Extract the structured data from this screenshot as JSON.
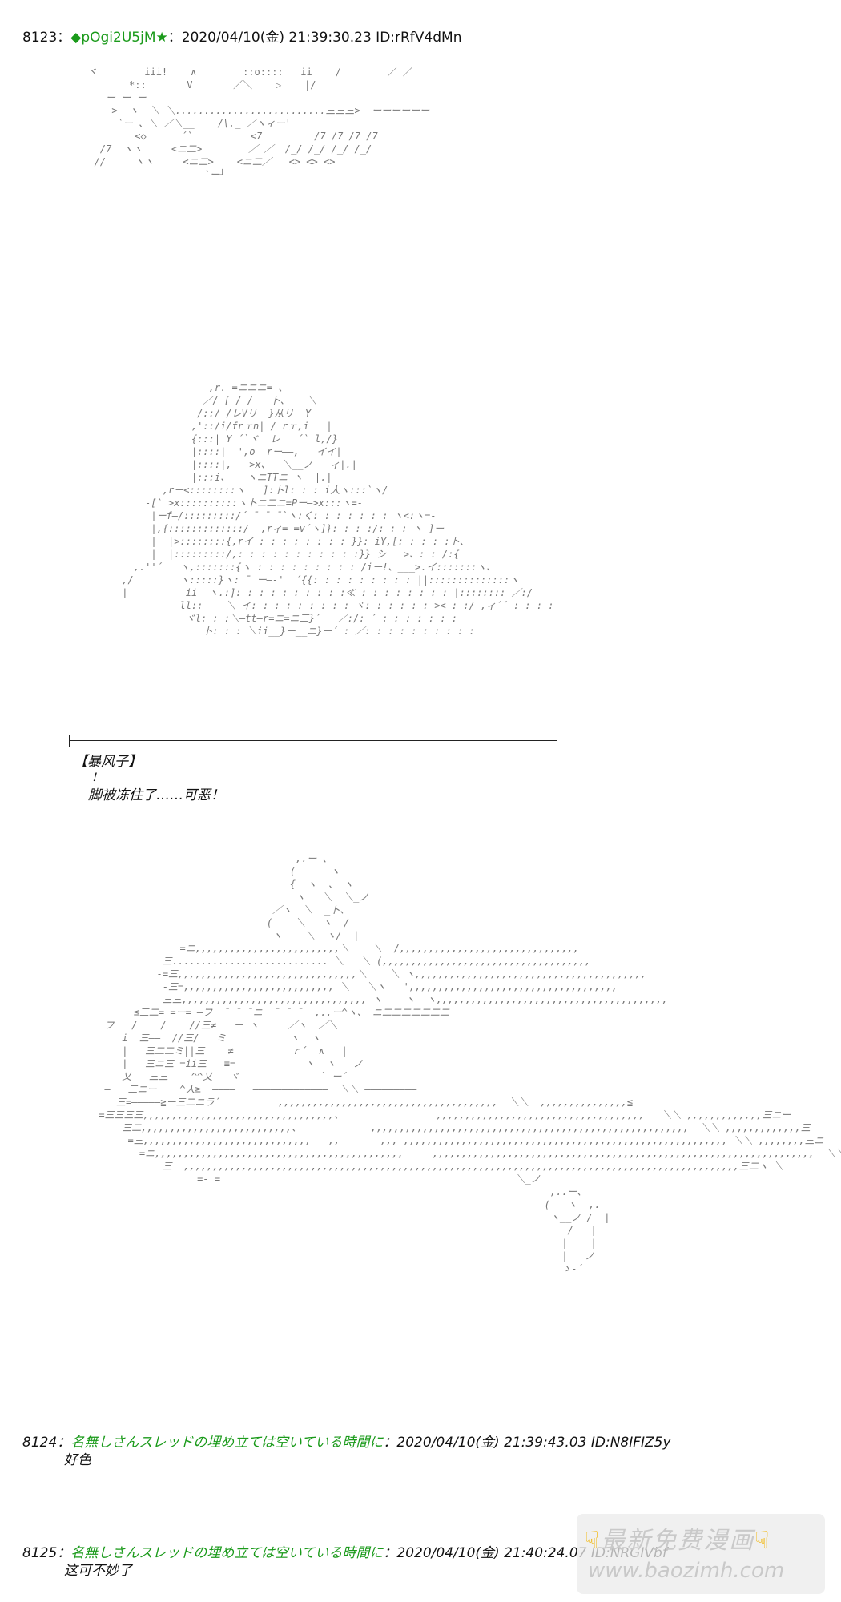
{
  "posts": [
    {
      "number": "8123",
      "separator": "：",
      "name": "◆pOgi2U5jM★",
      "meta": "：2020/04/10(金) 21:39:30.23 ID:rRfV4dMn",
      "caption_speaker": "【暴风子】",
      "caption_mark": "！",
      "caption_line": "脚被冻住了……可恶！"
    },
    {
      "number": "8124",
      "separator": "：",
      "name": "名無しさんスレッドの埋め立ては空いている時間に",
      "meta": "：2020/04/10(金) 21:39:43.03 ID:N8IFIZ5y",
      "body": "好色"
    },
    {
      "number": "8125",
      "separator": "：",
      "name": "名無しさんスレッドの埋め立ては空いている時間に",
      "meta": "：2020/04/10(金) 21:40:24.07 ID:NRGIVbf",
      "body": "这可不妙了"
    }
  ],
  "watermark": {
    "line1": "最新免费漫画",
    "line2": "www.baozimh.com",
    "hand_icon": "pointing-hand-icon"
  }
}
